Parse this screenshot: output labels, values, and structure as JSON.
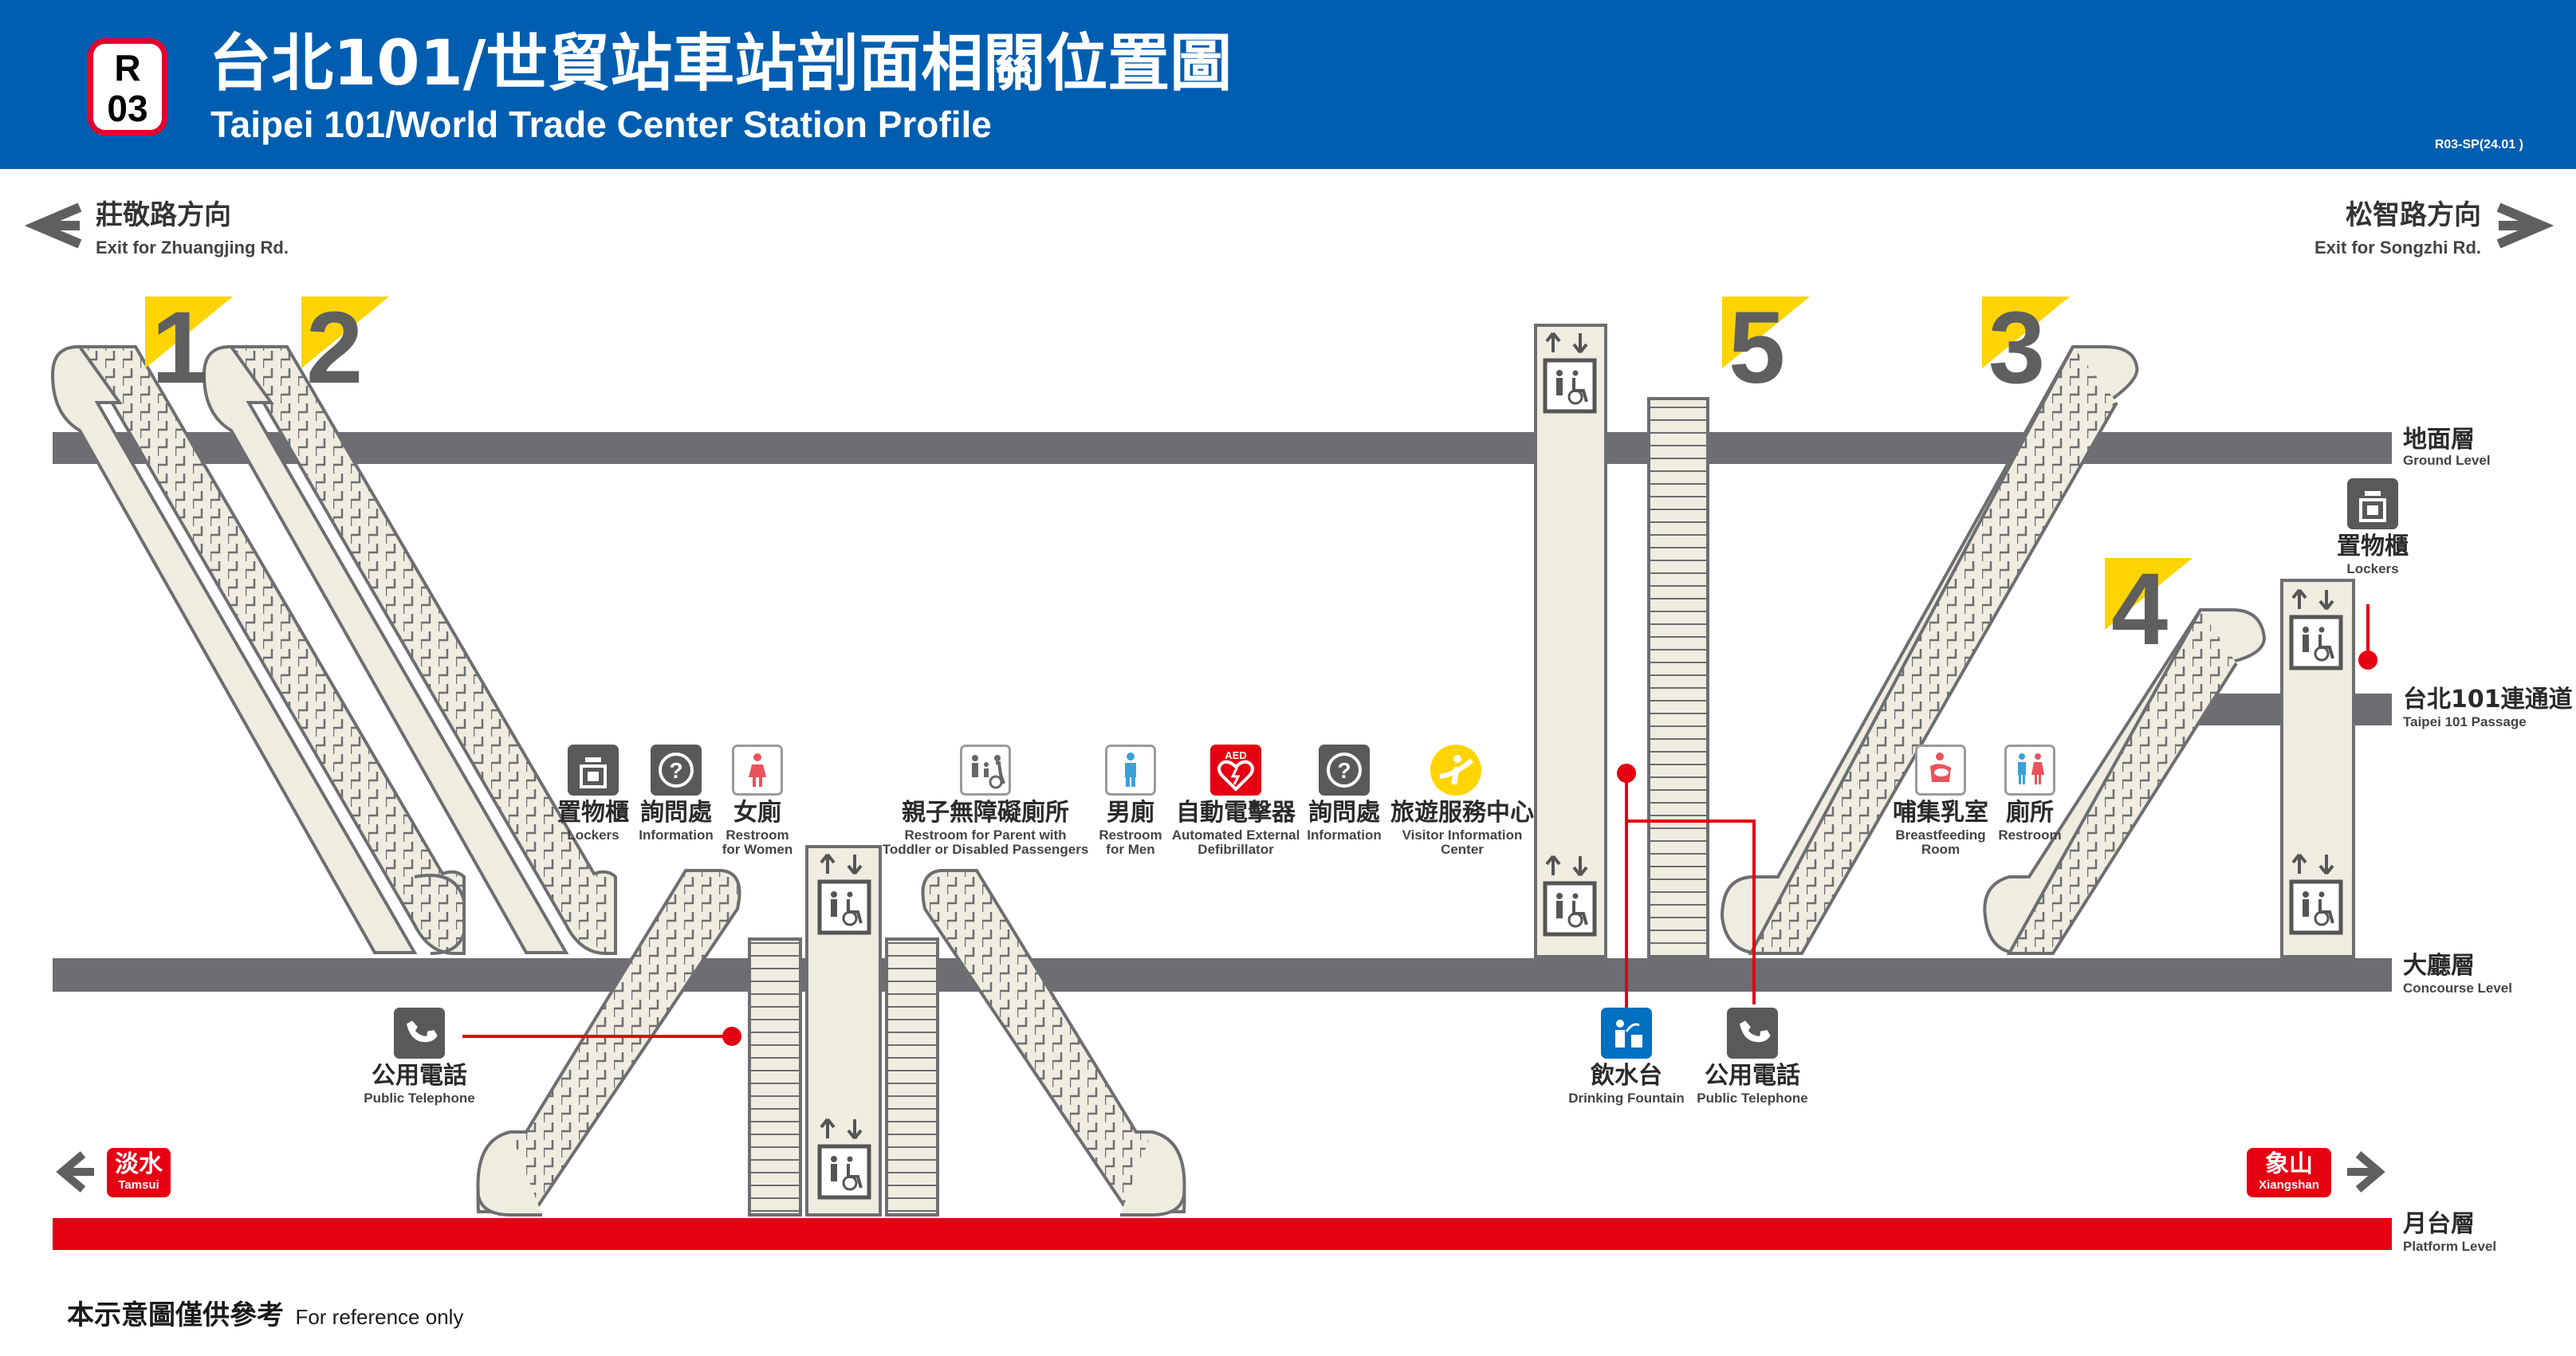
{
  "header": {
    "line_letter": "R",
    "line_number": "03",
    "title_zh": "台北101/世貿站車站剖面相關位置圖",
    "title_en": "Taipei 101/World Trade Center Station Profile",
    "doc_code": "R03-SP(24.01 )"
  },
  "directions": {
    "left": {
      "zh": "莊敬路方向",
      "en": "Exit for Zhuangjing Rd."
    },
    "right": {
      "zh": "松智路方向",
      "en": "Exit for Songzhi Rd."
    }
  },
  "exits": [
    "1",
    "2",
    "5",
    "3",
    "4"
  ],
  "levels": {
    "ground": {
      "zh": "地面層",
      "en": "Ground Level"
    },
    "passage": {
      "zh": "台北101連通道",
      "en": "Taipei 101 Passage"
    },
    "concourse": {
      "zh": "大廳層",
      "en": "Concourse Level"
    },
    "platform": {
      "zh": "月台層",
      "en": "Platform Level"
    }
  },
  "facilities": {
    "lockers_1": {
      "zh": "置物櫃",
      "en": "Lockers",
      "icon": "locker-icon"
    },
    "info_1": {
      "zh": "詢問處",
      "en": "Information",
      "icon": "question-icon"
    },
    "women": {
      "zh": "女廁",
      "en1": "Restroom",
      "en2": "for Women",
      "icon": "woman-icon"
    },
    "family": {
      "zh": "親子無障礙廁所",
      "en1": "Restroom for Parent with",
      "en2": "Toddler or Disabled Passengers",
      "icon": "family-restroom-icon"
    },
    "men": {
      "zh": "男廁",
      "en1": "Restroom",
      "en2": "for Men",
      "icon": "man-icon"
    },
    "aed": {
      "zh": "自動電擊器",
      "en1": "Automated External",
      "en2": "Defibrillator",
      "icon": "aed-icon",
      "icon_text": "AED"
    },
    "info_2": {
      "zh": "詢問處",
      "en": "Information",
      "icon": "question-icon"
    },
    "visitor": {
      "zh": "旅遊服務中心",
      "en1": "Visitor Information",
      "en2": "Center",
      "icon": "visitor-info-icon"
    },
    "breastfeeding": {
      "zh": "哺集乳室",
      "en1": "Breastfeeding",
      "en2": "Room",
      "icon": "breastfeeding-icon"
    },
    "restroom": {
      "zh": "廁所",
      "en": "Restroom",
      "icon": "restroom-icon"
    },
    "lockers_2": {
      "zh": "置物櫃",
      "en": "Lockers",
      "icon": "locker-icon"
    },
    "phone_1": {
      "zh": "公用電話",
      "en": "Public Telephone",
      "icon": "phone-icon"
    },
    "fountain": {
      "zh": "飲水台",
      "en": "Drinking Fountain",
      "icon": "drinking-fountain-icon"
    },
    "phone_2": {
      "zh": "公用電話",
      "en": "Public Telephone",
      "icon": "phone-icon"
    }
  },
  "destinations": {
    "left": {
      "zh": "淡水",
      "en": "Tamsui"
    },
    "right": {
      "zh": "象山",
      "en": "Xiangshan"
    }
  },
  "note": {
    "zh": "本示意圖僅供參考",
    "en": "For reference only"
  },
  "colors": {
    "header_blue": "#005eb0",
    "level_gray": "#6d6e71",
    "platform_red": "#e50012",
    "escalator_beige": "#efece0",
    "exit_yellow": "#ffd400",
    "leader_red": "#e50012"
  }
}
